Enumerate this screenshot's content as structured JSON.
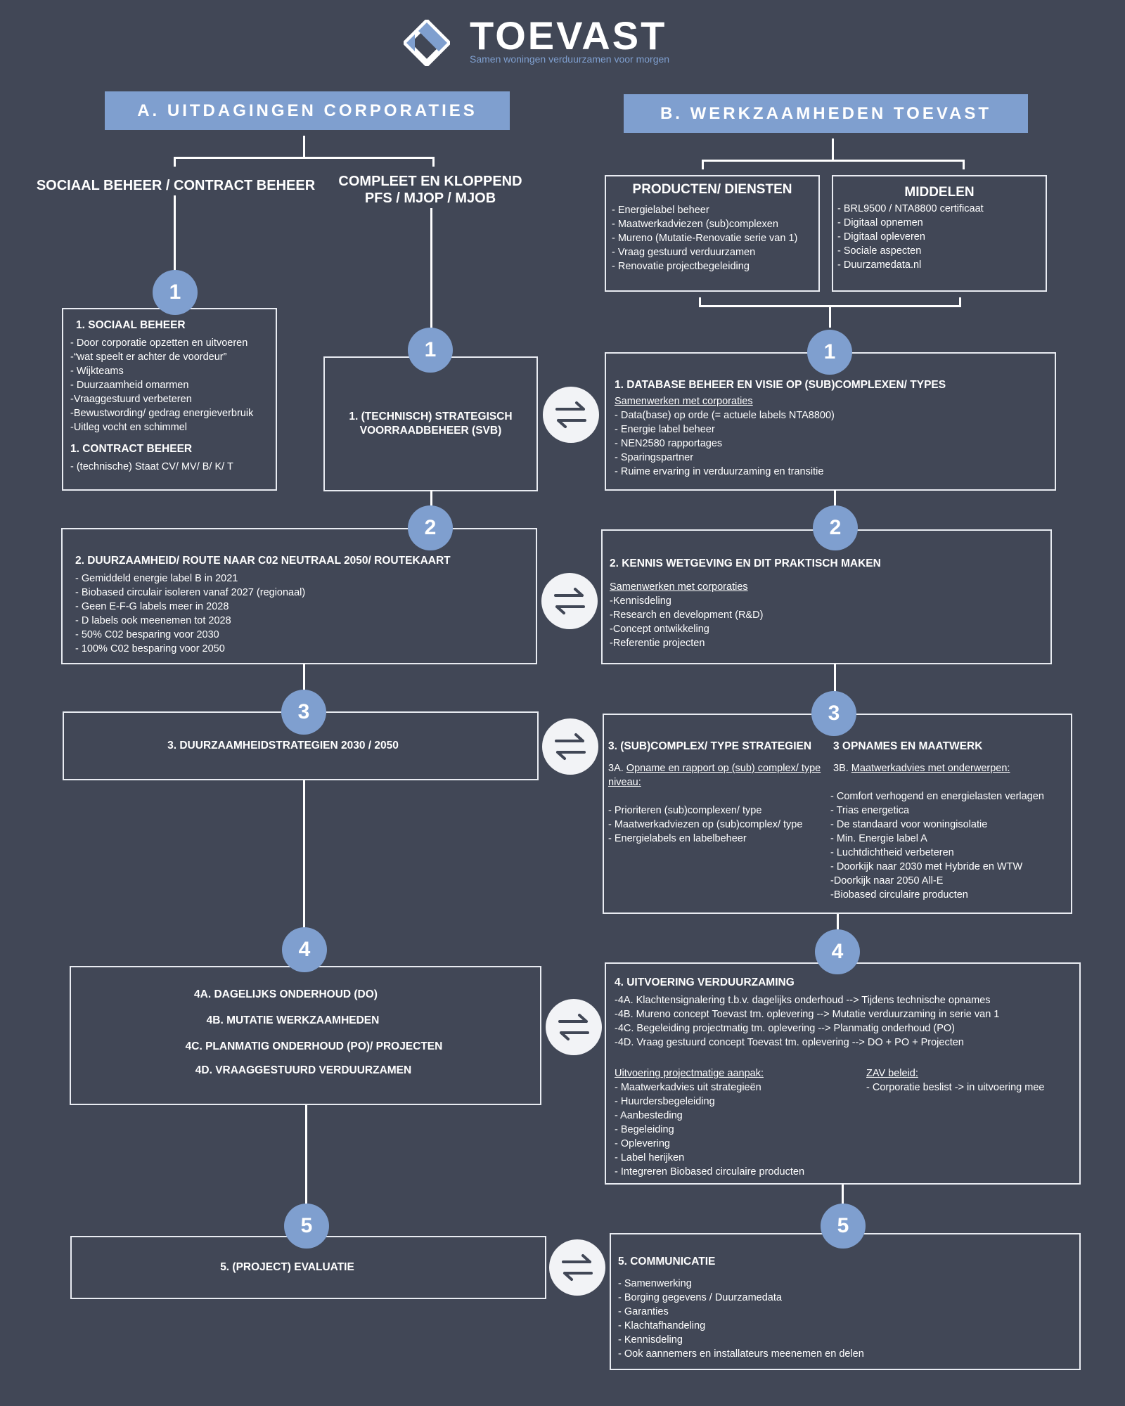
{
  "logo": {
    "name": "TOEVAST",
    "tagline": "Samen woningen verduurzamen voor morgen",
    "accent": "#7f9fcf"
  },
  "colors": {
    "background": "#414756",
    "accent": "#7f9fcf",
    "line": "#ffffff"
  },
  "icons": {
    "swap": "swap-arrows-icon",
    "logo": "toevast-logo-icon"
  },
  "columnA": {
    "header": "A. UITDAGINGEN CORPORATIES",
    "left_title": "SOCIAAL BEHEER / CONTRACT BEHEER",
    "right_title_1": "COMPLEET EN KLOPPEND",
    "right_title_2": "PFS / MJOP / MJOB"
  },
  "columnB": {
    "header": "B. WERKZAAMHEDEN TOEVAST",
    "products": {
      "title": "PRODUCTEN/ DIENSTEN",
      "items": [
        "- Energielabel beheer",
        "- Maatwerkadviezen (sub)complexen",
        "- Mureno (Mutatie-Renovatie serie van 1)",
        "- Vraag gestuurd verduurzamen",
        "- Renovatie projectbegeleiding"
      ]
    },
    "means": {
      "title": "MIDDELEN",
      "items": [
        "- BRL9500 / NTA8800 certificaat",
        "- Digitaal opnemen",
        "- Digitaal opleveren",
        "- Sociale aspecten",
        "- Duurzamedata.nl"
      ]
    }
  },
  "numbers": [
    "1",
    "2",
    "3",
    "4",
    "5"
  ],
  "a1_social": {
    "title": "1. SOCIAAL BEHEER",
    "items": [
      "- Door corporatie opzetten en uitvoeren",
      "-“wat speelt er achter de voordeur”",
      "- Wijkteams",
      "- Duurzaamheid omarmen",
      "-Vraaggestuurd verbeteren",
      "-Bewustwording/ gedrag energieverbruik",
      "-Uitleg vocht en schimmel"
    ],
    "title2": "1. CONTRACT BEHEER",
    "items2": [
      "- (technische) Staat CV/ MV/ B/ K/ T"
    ]
  },
  "a1_svb": {
    "line1": "1. (TECHNISCH) STRATEGISCH",
    "line2": "VOORRAADBEHEER (SVB)"
  },
  "b1": {
    "title": "1. DATABASE BEHEER EN VISIE OP (SUB)COMPLEXEN/ TYPES",
    "subtitle": "Samenwerken met corporaties",
    "items": [
      "- Data(base) op orde (= actuele labels NTA8800)",
      "- Energie label beheer",
      "- NEN2580 rapportages",
      "- Sparingspartner",
      "- Ruime ervaring in verduurzaming en transitie"
    ]
  },
  "a2": {
    "title": "2. DUURZAAMHEID/ ROUTE NAAR C02 NEUTRAAL 2050/ ROUTEKAART",
    "items": [
      "- Gemiddeld energie label B in 2021",
      "- Biobased circulair isoleren vanaf 2027 (regionaal)",
      "- Geen E-F-G labels meer in 2028",
      "- D labels ook meenemen tot 2028",
      "- 50% C02 besparing voor 2030",
      "- 100% C02 besparing voor 2050"
    ]
  },
  "b2": {
    "title": "2. KENNIS WETGEVING EN DIT PRAKTISCH MAKEN",
    "subtitle": "Samenwerken met corporaties",
    "items": [
      "-Kennisdeling",
      "-Research en development (R&D)",
      "-Concept ontwikkeling",
      "-Referentie projecten"
    ]
  },
  "a3": {
    "title": "3. DUURZAAMHEIDSTRATEGIEN 2030 / 2050"
  },
  "b3": {
    "left_title": "3. (SUB)COMPLEX/ TYPE STRATEGIEN",
    "left_prefix": "3A.",
    "left_sub": "Opname en rapport op (sub) complex/ type niveau:",
    "left_items": [
      "- Prioriteren (sub)complexen/ type",
      "- Maatwerkadviezen op (sub)complex/ type",
      "- Energielabels en labelbeheer"
    ],
    "right_title": "3 OPNAMES EN MAATWERK",
    "right_prefix": "3B.",
    "right_sub": "Maatwerkadvies met onderwerpen:",
    "right_items": [
      "- Comfort verhogend en energielasten verlagen",
      "- Trias energetica",
      "- De standaard voor woningisolatie",
      "- Min. Energie label A",
      "- Luchtdichtheid verbeteren",
      "- Doorkijk naar 2030 met Hybride en WTW",
      "-Doorkijk naar 2050 All-E",
      "-Biobased circulaire producten"
    ]
  },
  "a4": {
    "items": [
      "4A. DAGELIJKS ONDERHOUD (DO)",
      "4B. MUTATIE WERKZAAMHEDEN",
      "4C. PLANMATIG ONDERHOUD (PO)/ PROJECTEN",
      "4D. VRAAGGESTUURD VERDUURZAMEN"
    ]
  },
  "b4": {
    "title": "4. UITVOERING VERDUURZAMING",
    "items": [
      "-4A. Klachtensignalering t.b.v. dagelijks onderhoud --> Tijdens technische opnames",
      "-4B. Mureno concept Toevast tm. oplevering --> Mutatie verduurzaming in serie van 1",
      "-4C. Begeleiding projectmatig tm. oplevering   --> Planmatig onderhoud (PO)",
      "-4D. Vraag gestuurd concept Toevast tm. oplevering --> DO + PO + Projecten"
    ],
    "left_sub": "Uitvoering projectmatige aanpak:",
    "left_items": [
      "- Maatwerkadvies uit strategieën",
      "- Huurdersbegeleiding",
      "- Aanbesteding",
      "- Begeleiding",
      "- Oplevering",
      "- Label herijken",
      "- Integreren Biobased circulaire producten"
    ],
    "right_sub": "ZAV beleid:",
    "right_items": [
      "- Corporatie beslist -> in uitvoering mee"
    ]
  },
  "a5": {
    "title": "5. (PROJECT) EVALUATIE"
  },
  "b5": {
    "title": "5. COMMUNICATIE",
    "items": [
      "- Samenwerking",
      "- Borging gegevens / Duurzamedata",
      "- Garanties",
      "- Klachtafhandeling",
      "- Kennisdeling",
      "- Ook aannemers en installateurs meenemen en delen"
    ]
  }
}
